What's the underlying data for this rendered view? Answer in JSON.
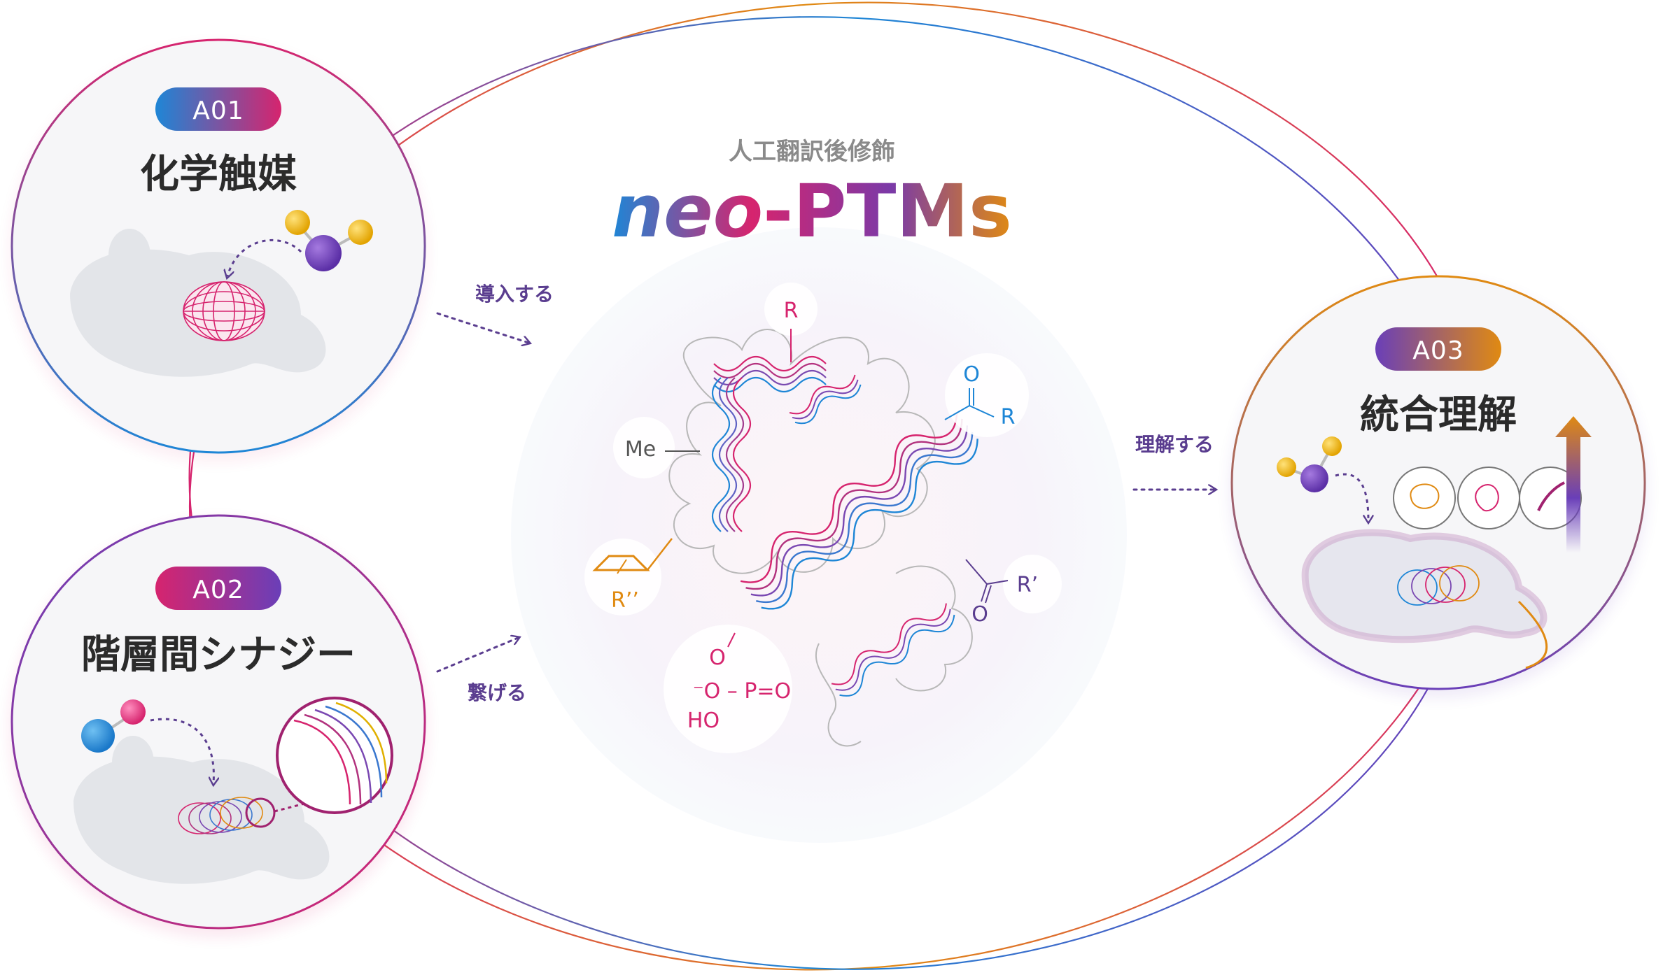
{
  "center": {
    "subtitle": "人工翻訳後修飾",
    "title_prefix": "neo",
    "title_suffix": "-PTMs"
  },
  "modules": [
    {
      "id": "a01",
      "pill": "A01",
      "title": "化学触媒"
    },
    {
      "id": "a02",
      "pill": "A02",
      "title": "階層間シナジー"
    },
    {
      "id": "a03",
      "pill": "A03",
      "title": "統合理解"
    }
  ],
  "arrows": {
    "introduce": "導入する",
    "connect": "繋げる",
    "understand": "理解する"
  },
  "chem_labels": {
    "r_top": "R",
    "me": "Me",
    "carbonyl_o": "O",
    "carbonyl_r": "R",
    "ester_r": "R’",
    "ester_o": "O",
    "ring_r": "R’’",
    "phos_o_top": "O",
    "phos_main": "⁻O – P=O",
    "phos_ho": "HO"
  },
  "colors": {
    "blue": "#1e86d6",
    "magenta": "#d6246e",
    "purple": "#6a3fb8",
    "orange": "#e08a12",
    "gold": "#f0b400"
  }
}
